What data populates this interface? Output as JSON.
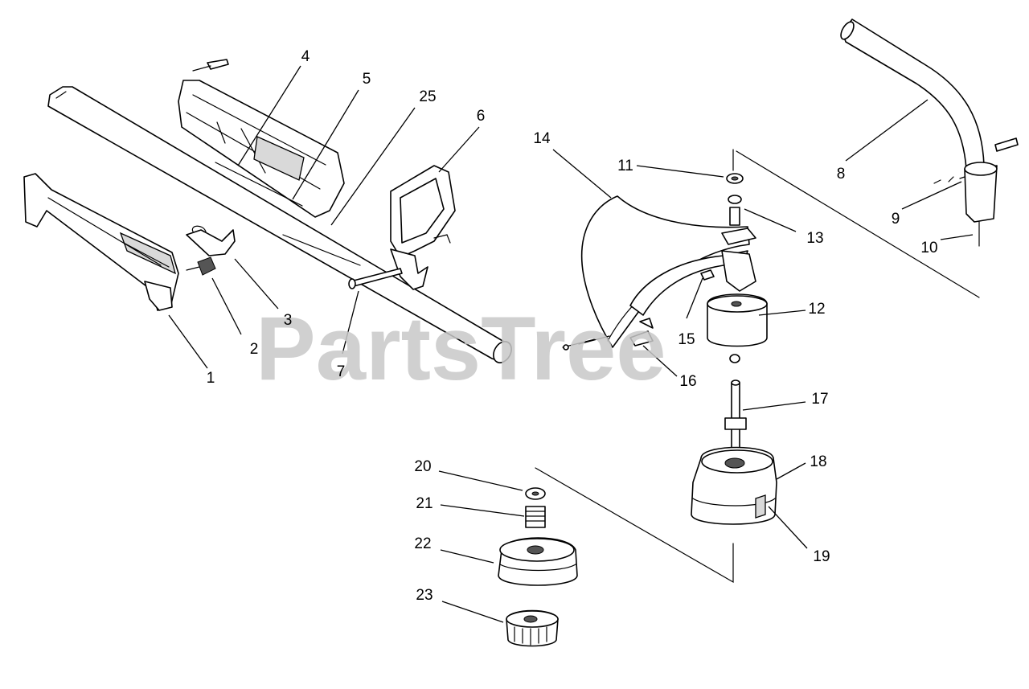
{
  "watermark": "PartsTree",
  "callouts": [
    {
      "id": "1",
      "label": "1"
    },
    {
      "id": "2",
      "label": "2"
    },
    {
      "id": "3",
      "label": "3"
    },
    {
      "id": "4",
      "label": "4"
    },
    {
      "id": "5",
      "label": "5"
    },
    {
      "id": "25",
      "label": "25"
    },
    {
      "id": "6",
      "label": "6"
    },
    {
      "id": "7",
      "label": "7"
    },
    {
      "id": "8",
      "label": "8"
    },
    {
      "id": "9",
      "label": "9"
    },
    {
      "id": "10",
      "label": "10"
    },
    {
      "id": "11",
      "label": "11"
    },
    {
      "id": "12",
      "label": "12"
    },
    {
      "id": "13",
      "label": "13"
    },
    {
      "id": "14",
      "label": "14"
    },
    {
      "id": "15",
      "label": "15"
    },
    {
      "id": "16",
      "label": "16"
    },
    {
      "id": "17",
      "label": "17"
    },
    {
      "id": "18",
      "label": "18"
    },
    {
      "id": "19",
      "label": "19"
    },
    {
      "id": "20",
      "label": "20"
    },
    {
      "id": "21",
      "label": "21"
    },
    {
      "id": "22",
      "label": "22"
    },
    {
      "id": "23",
      "label": "23"
    }
  ]
}
